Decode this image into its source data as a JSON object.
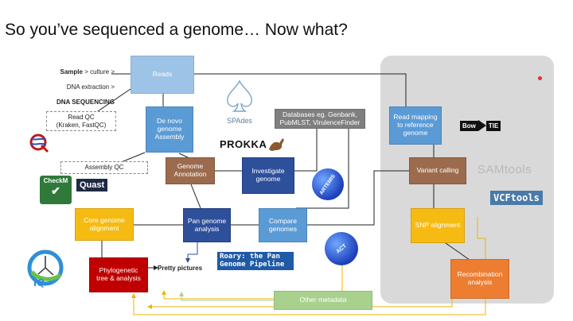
{
  "title": "So you’ve sequenced a genome… Now what?",
  "sample_text": {
    "line1_bold": "Sample",
    "line1_rest": " > culture >",
    "line2": "DNA extraction >",
    "line3_bold": "DNA SEQUENCING"
  },
  "boxes": {
    "reads": "Reads",
    "de_novo": "De novo\ngenome\nAssembly",
    "genome_annotation": "Genome\nAnnotation",
    "investigate_genome": "Investigate\ngenome",
    "core_genome": "Core genome\nalignment",
    "pan_genome": "Pan genome\nanalysis",
    "compare_genomes": "Compare\ngenomes",
    "phylogenetic": "Phylogenetic\ntree & analysis",
    "databases": "Databases eg. Genbank,\nPubMLST, VirulenceFinder",
    "read_mapping": "Read mapping\nto reference\ngenome",
    "variant_calling": "Variant calling",
    "snp_alignment": "SNP alignment",
    "recombination": "Recombination\nanalysis",
    "other_metadata": "Other metadata"
  },
  "labels": {
    "read_qc": "Read QC\n(Kraken, FastQC)",
    "assembly_qc": "Assembly QC",
    "pretty_pictures": "Pretty pictures"
  },
  "logos": {
    "spades": "SPAdes",
    "prokka": "PROKKA",
    "roary": "Roary: the Pan\nGenome Pipeline",
    "bowtie_left": "Bow",
    "bowtie_right": "TIE",
    "samtools": "SAMtools",
    "vcftools": "VCFtools",
    "quast": "Quast",
    "checkm": "CheckM",
    "artemis": "ARTEMIS",
    "act": "ACT"
  },
  "colors": {
    "blue": "#5b9bd5",
    "light_blue": "#9dc3e6",
    "brown": "#9c6b4e",
    "navy": "#2e4f9a",
    "gold": "#f6bb12",
    "orange": "#ed7d31",
    "red": "#c00000",
    "gray": "#7f7f7f",
    "green": "#a9d18e",
    "panel": "#d9d9d9"
  }
}
